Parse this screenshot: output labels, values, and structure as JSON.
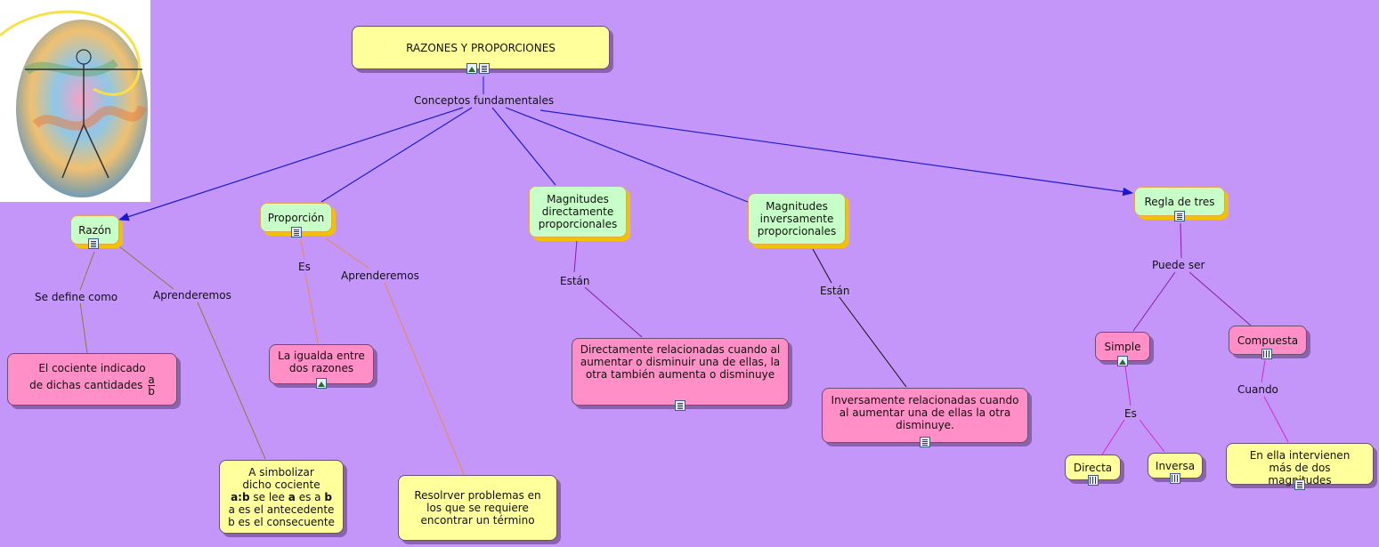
{
  "title": "RAZONES Y PROPORCIONES",
  "links": {
    "conceptos": "Conceptos fundamentales",
    "razon_define": "Se define como",
    "razon_aprenderemos": "Aprenderemos",
    "prop_es": "Es",
    "prop_aprenderemos": "Aprenderemos",
    "directa_estan": "Están",
    "inversa_estan": "Están",
    "regla_puede": "Puede ser",
    "simple_es": "Es",
    "compuesta_cuando": "Cuando"
  },
  "nodes": {
    "razon": "Razón",
    "proporcion": "Proporción",
    "mag_directa": "Magnitudes directamente proporcionales",
    "mag_inversa": "Magnitudes inversamente proporcionales",
    "regla": "Regla de tres",
    "cociente_line1": "El cociente indicado",
    "cociente_line2": "de dichas cantidades",
    "frac_num": "a",
    "frac_den": "b",
    "simbolizar_l1": "A simbolizar",
    "simbolizar_l2": "dicho cociente",
    "simbolizar_ab": "a:b",
    "simbolizar_se_lee": " se lee ",
    "simbolizar_a": "a",
    "simbolizar_es_a": " es a ",
    "simbolizar_b": "b",
    "simbolizar_l4": "a es el antecedente",
    "simbolizar_l5": "b es el consecuente",
    "igualdad": "La igualda entre dos razones",
    "resolver": "Resolrver problemas en los que se requiere encontrar un término",
    "directa_def": "Directamente relacionadas cuando al aumentar o disminuir una de ellas, la otra también aumenta o disminuye",
    "inversa_def": "Inversamente relacionadas cuando al aumentar una de ellas la otra disminuye.",
    "simple": "Simple",
    "compuesta": "Compuesta",
    "directa": "Directa",
    "inversa": "Inversa",
    "intervienen": "En ella intervienen más de dos magnitudes"
  },
  "icons": [
    "image-icon",
    "document-icon",
    "video-icon"
  ],
  "colors": {
    "background": "#c496fa",
    "concept_yellow": "#ffff9c",
    "concept_green": "#c8ffc8",
    "concept_pink": "#ff8fc6",
    "link_blue": "#1a1acc",
    "link_olive": "#8a7a3a",
    "link_orange": "#e88a4a",
    "link_purple": "#8a1aa8",
    "link_magenta": "#d02ad0"
  }
}
